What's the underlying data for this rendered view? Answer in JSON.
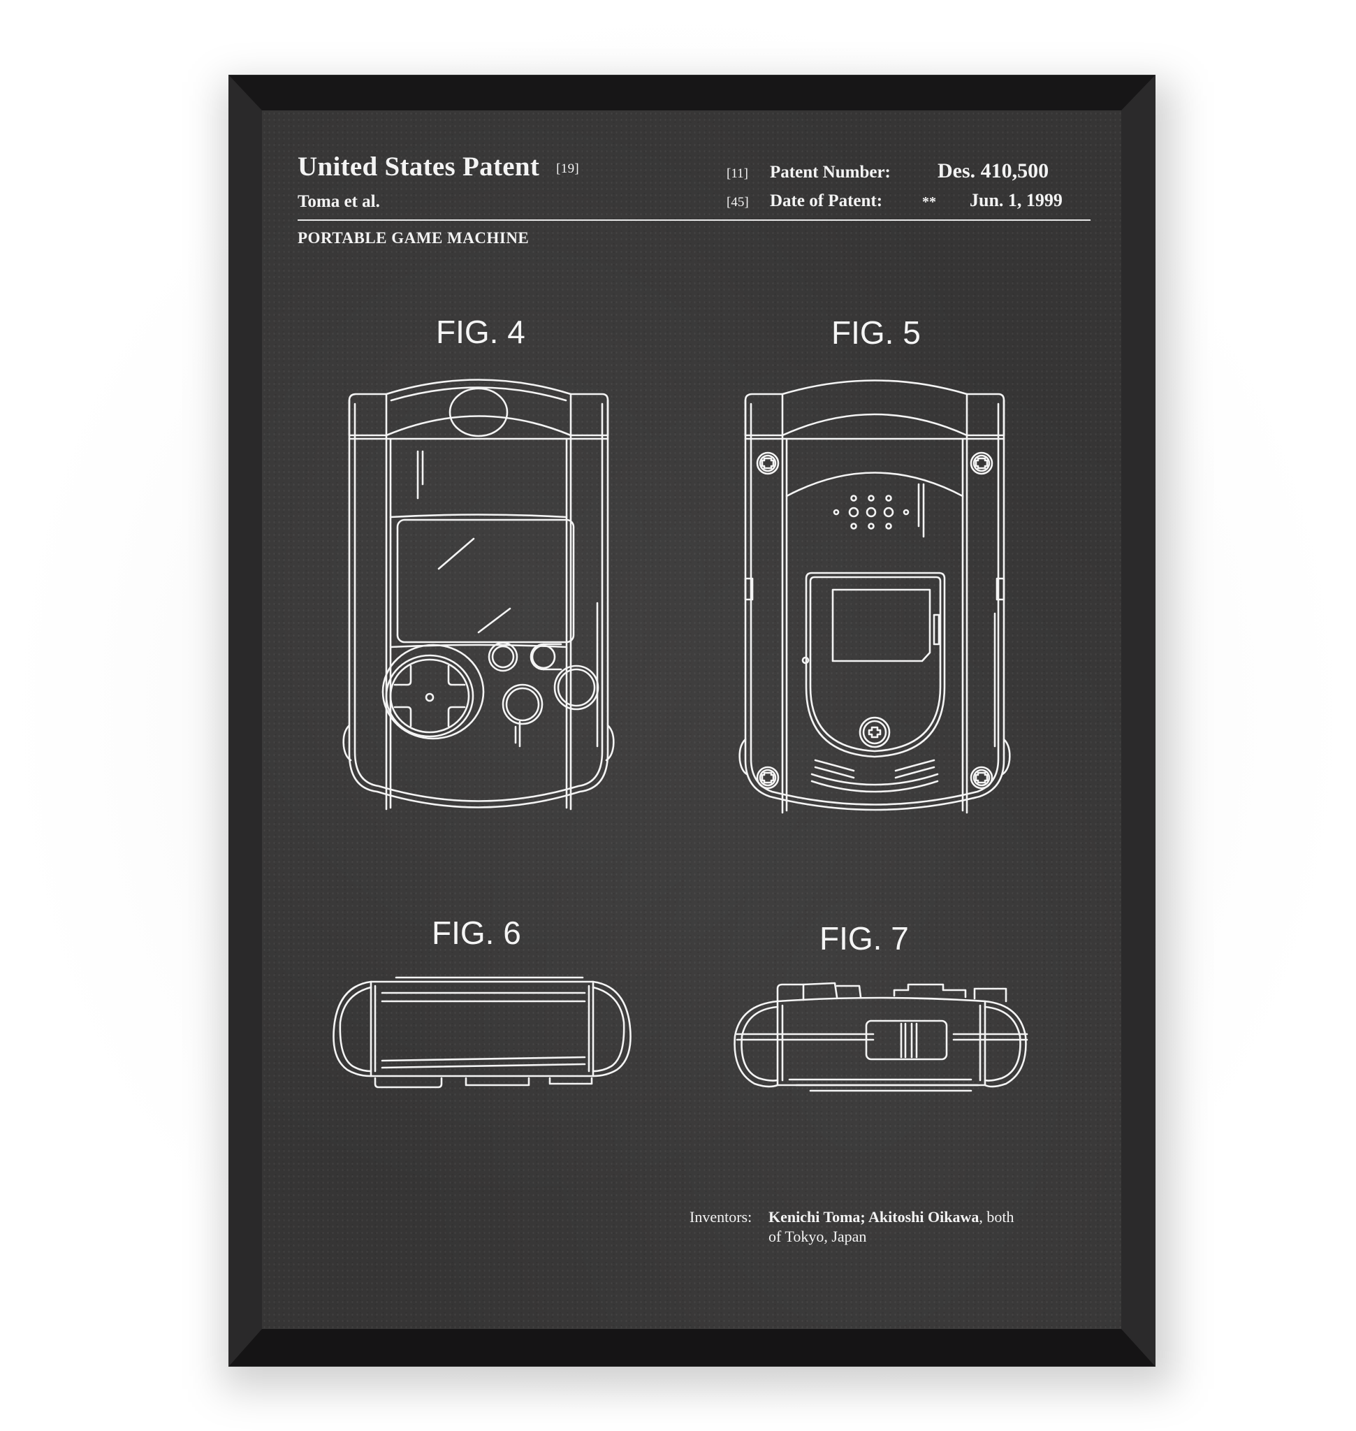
{
  "patent": {
    "office": "United States Patent",
    "office_code": "[19]",
    "author": "Toma et al.",
    "number_code": "[11]",
    "number_label": "Patent Number:",
    "number_value": "Des. 410,500",
    "date_code": "[45]",
    "date_label": "Date of Patent:",
    "date_marker": "**",
    "date_value": "Jun. 1, 1999",
    "title": "PORTABLE GAME MACHINE"
  },
  "figures": [
    {
      "label": "FIG. 4",
      "view": "front-view"
    },
    {
      "label": "FIG. 5",
      "view": "back-view"
    },
    {
      "label": "FIG. 6",
      "view": "top-view"
    },
    {
      "label": "FIG. 7",
      "view": "bottom-view"
    }
  ],
  "inventors": {
    "label": "Inventors:",
    "names": "Kenichi Toma; Akitoshi Oikawa",
    "suffix": ", both",
    "location": "of Tokyo, Japan"
  },
  "colors": {
    "frame": "#1b1a1b",
    "chalkboard": "#363535",
    "chalk": "#f3f3f3",
    "wall": "#ffffff"
  }
}
